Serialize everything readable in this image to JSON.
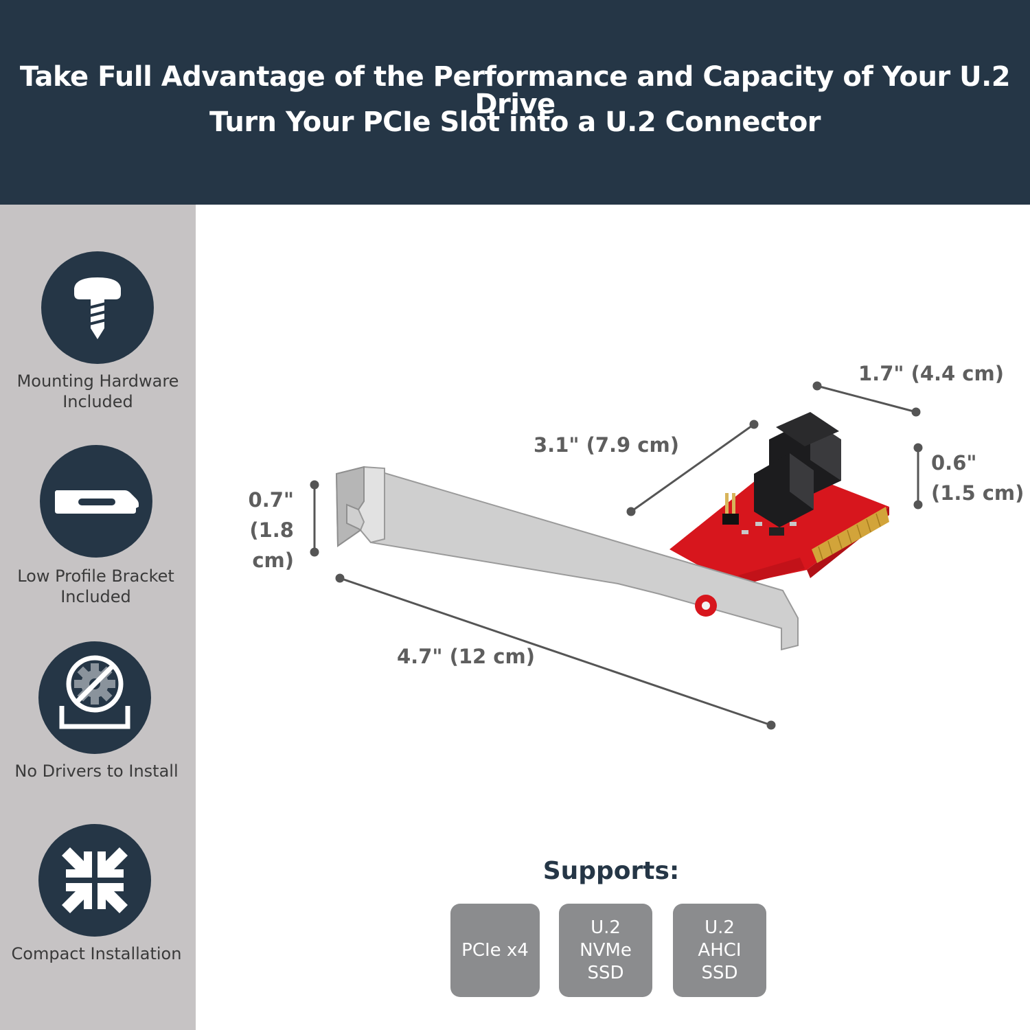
{
  "header": {
    "line1": "Take Full Advantage of the Performance and Capacity of Your U.2 Drive",
    "line2": "Turn Your PCIe Slot into a U.2 Connector"
  },
  "features": [
    {
      "icon": "screw-icon",
      "label": "Mounting Hardware\nIncluded"
    },
    {
      "icon": "bracket-icon",
      "label": "Low Profile Bracket\nIncluded"
    },
    {
      "icon": "no-drivers-icon",
      "label": "No Drivers to Install"
    },
    {
      "icon": "compress-arrows-icon",
      "label": "Compact Installation"
    }
  ],
  "dimensions": {
    "bracket_height": "0.7\"\n(1.8 cm)",
    "bracket_length": "4.7\" (12 cm)",
    "card_length": "3.1\" (7.9 cm)",
    "card_width": "1.7\" (4.4 cm)",
    "card_height": "0.6\"\n(1.5 cm)"
  },
  "supports": {
    "title": "Supports:",
    "items": [
      "PCIe x4",
      "U.2\nNVMe\nSSD",
      "U.2\nAHCI\nSSD"
    ]
  },
  "colors": {
    "header_bg": "#253646",
    "sidebar_bg": "#c6c3c4",
    "icon_circle": "#253646",
    "badge_bg": "#8b8c8e",
    "pcb_red": "#d7161d",
    "bracket_silver": "#c9c9c9"
  }
}
